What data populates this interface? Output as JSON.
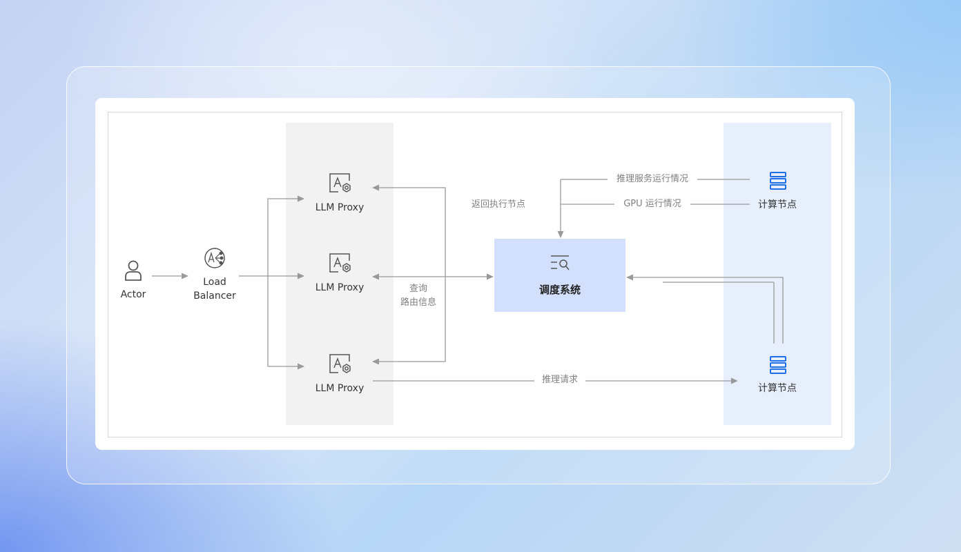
{
  "nodes": {
    "actor": "Actor",
    "load_balancer": "Load\nBalancer",
    "proxy_1": "LLM Proxy",
    "proxy_2": "LLM Proxy",
    "proxy_3": "LLM Proxy",
    "scheduler": "调度系统",
    "compute_1": "计算节点",
    "compute_2": "计算节点"
  },
  "edges": {
    "return_exec_node": "返回执行节点",
    "query_route": "查询\n路由信息",
    "inference_status": "推理服务运行情况",
    "gpu_status": "GPU 运行情况",
    "inference_request": "推理请求"
  },
  "icons": {
    "actor": "user-icon",
    "load_balancer": "load-balancer-icon",
    "proxy": "llm-proxy-icon",
    "scheduler": "search-list-icon",
    "compute": "server-stack-icon"
  },
  "colors": {
    "proxy_column": "#f2f2f2",
    "compute_column": "#e8effc",
    "scheduler_box": "#d3e0fd",
    "server_icon": "#1f6fe8",
    "arrow": "#999999"
  }
}
